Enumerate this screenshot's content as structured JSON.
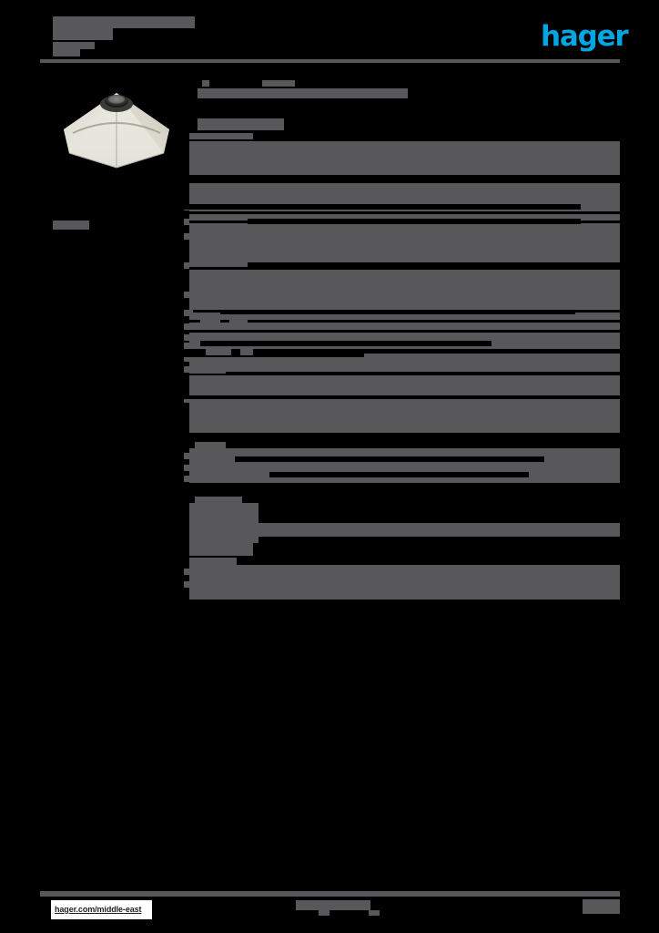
{
  "document": {
    "type": "product-datasheet",
    "brand": "hager",
    "brand_color": "#00a6e2",
    "page_background": "#000000",
    "redaction_color": "#58585b",
    "redacted": true
  },
  "header": {
    "title_line1": "",
    "title_line2": "",
    "subtitle_line1": "",
    "subtitle_line2": "",
    "logo_text": "hager"
  },
  "left_column": {
    "product_image_alt": "product-photo",
    "caption": ""
  },
  "intro": {
    "kicker": "",
    "kicker_value": "",
    "title": "",
    "section_heading": ""
  },
  "spec_table": {
    "sections": [
      {
        "rows": [
          {
            "label": "",
            "value": "",
            "value2": ""
          },
          {
            "label": "",
            "value": ""
          },
          {
            "label": "",
            "value": ""
          },
          {
            "label": "",
            "value": ""
          },
          {
            "label": "",
            "value": ""
          },
          {
            "label": "",
            "value": ""
          },
          {
            "label": "",
            "value": ""
          },
          {
            "label": "",
            "value": ""
          },
          {
            "label": "",
            "value": ""
          },
          {
            "label": "",
            "value": ""
          },
          {
            "label": "",
            "value": ""
          },
          {
            "label": "",
            "value": ""
          }
        ]
      },
      {
        "rows": [
          {
            "label": "",
            "value": ""
          },
          {
            "label": "",
            "value": ""
          },
          {
            "label": "",
            "value": ""
          }
        ]
      },
      {
        "rows": [
          {
            "label": "",
            "value": ""
          },
          {
            "label": "",
            "value": ""
          }
        ]
      },
      {
        "rows": [
          {
            "label": "",
            "value": ""
          },
          {
            "label": "",
            "value": ""
          }
        ]
      }
    ]
  },
  "footer": {
    "url": "hager.com/middle-east",
    "center_text": "",
    "center_note_left": "",
    "center_note_right": "",
    "page_number": ""
  }
}
